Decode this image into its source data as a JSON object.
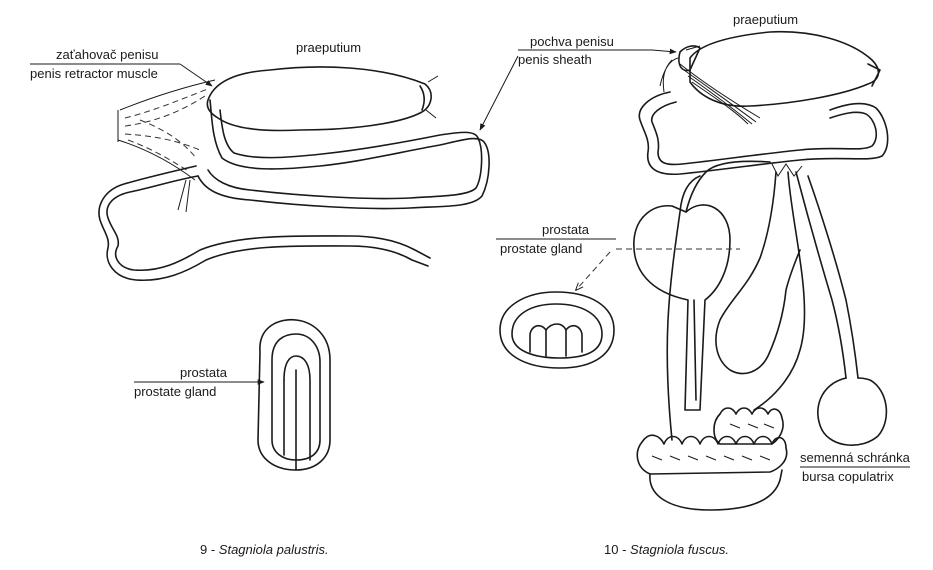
{
  "figure_9": {
    "caption_number": "9 -",
    "caption_species": "Stagniola palustris.",
    "labels": {
      "retractor_cz": "zaťahovač penisu",
      "retractor_en": "penis retractor muscle",
      "praeputium": "praeputium",
      "prostata_cz": "prostata",
      "prostata_en": "prostate gland"
    }
  },
  "figure_10": {
    "caption_number": "10 -",
    "caption_species": "Stagniola fuscus.",
    "labels": {
      "sheath_cz": "pochva penisu",
      "sheath_en": "penis sheath",
      "praeputium": "praeputium",
      "prostata_cz": "prostata",
      "prostata_en": "prostate gland",
      "bursa_cz": "semenná schránka",
      "bursa_en": "bursa copulatrix"
    }
  },
  "colors": {
    "ink": "#1a1a1a",
    "background": "#ffffff"
  }
}
